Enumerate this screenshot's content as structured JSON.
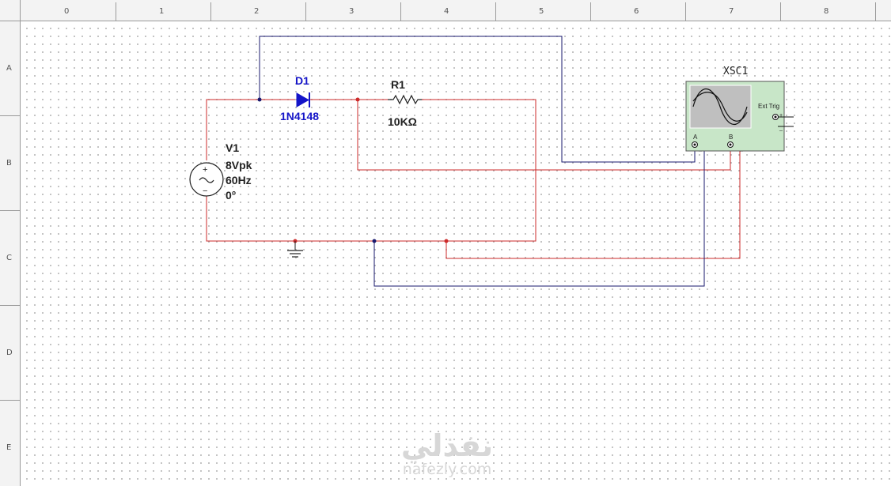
{
  "rulers": {
    "columns": [
      "0",
      "1",
      "2",
      "3",
      "4",
      "5",
      "6",
      "7",
      "8"
    ],
    "rows": [
      "A",
      "B",
      "C",
      "D",
      "E"
    ]
  },
  "colors": {
    "wire_red": "#cc2b2b",
    "wire_blue": "#1a1a6e",
    "diode_blue": "#1414c8",
    "scope_bg": "#c8e6c8"
  },
  "components": {
    "diode": {
      "ref": "D1",
      "model": "1N4148"
    },
    "resistor": {
      "ref": "R1",
      "value": "10KΩ"
    },
    "source": {
      "ref": "V1",
      "amplitude": "8Vpk",
      "frequency": "60Hz",
      "phase": "0°"
    },
    "scope": {
      "ref": "XSC1",
      "ext_trig": "Ext Trig",
      "channel_a": "A",
      "channel_b": "B",
      "plus": "+",
      "minus": "_"
    },
    "ground": {
      "icon": "ground-icon"
    }
  },
  "watermark": {
    "arabic": "نفذلي",
    "url": "nafezly.com"
  }
}
